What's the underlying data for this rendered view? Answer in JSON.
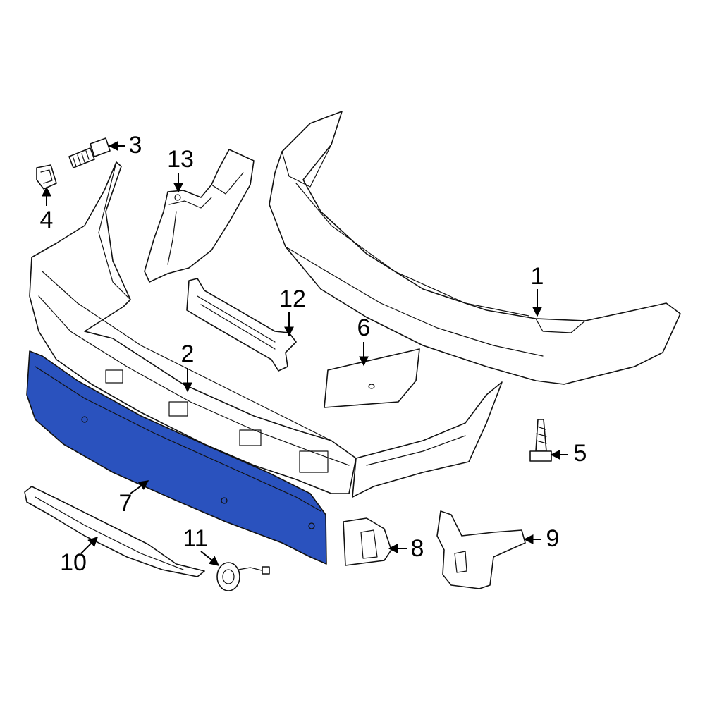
{
  "diagram": {
    "highlight_color": "#2a52be",
    "outline_color": "#111111",
    "callouts": [
      {
        "id": "1",
        "label": "1"
      },
      {
        "id": "2",
        "label": "2"
      },
      {
        "id": "3",
        "label": "3"
      },
      {
        "id": "4",
        "label": "4"
      },
      {
        "id": "5",
        "label": "5"
      },
      {
        "id": "6",
        "label": "6"
      },
      {
        "id": "7",
        "label": "7"
      },
      {
        "id": "8",
        "label": "8"
      },
      {
        "id": "9",
        "label": "9"
      },
      {
        "id": "10",
        "label": "10"
      },
      {
        "id": "11",
        "label": "11"
      },
      {
        "id": "12",
        "label": "12"
      },
      {
        "id": "13",
        "label": "13"
      }
    ],
    "highlighted_part": "7"
  }
}
